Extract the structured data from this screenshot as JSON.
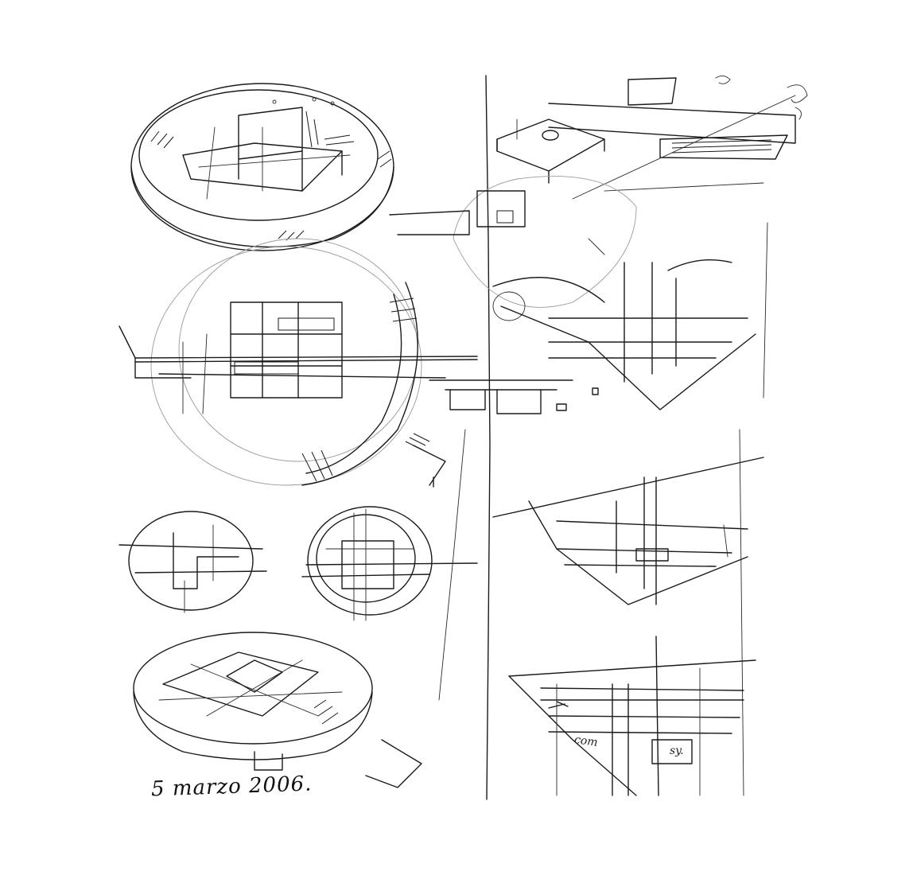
{
  "sheet": {
    "signature_date": "5 marzo 2006.",
    "note_left": "com",
    "note_right": "sy."
  },
  "sketches": [
    {
      "icon": "elliptical-platform-perspective-sketch"
    },
    {
      "icon": "circular-plan-sketch"
    },
    {
      "icon": "small-circle-plan-sketch"
    },
    {
      "icon": "nested-ellipse-plan-sketch"
    },
    {
      "icon": "oval-platform-perspective-sketch"
    },
    {
      "icon": "elevated-slab-perspective-sketch"
    },
    {
      "icon": "section-elevation-sketch-upper"
    },
    {
      "icon": "section-elevation-sketch-middle"
    },
    {
      "icon": "section-elevation-sketch-lower"
    }
  ],
  "colors": {
    "ink": "#1a1a1a",
    "paper": "#ffffff",
    "pencil": "#9a9a9a"
  }
}
